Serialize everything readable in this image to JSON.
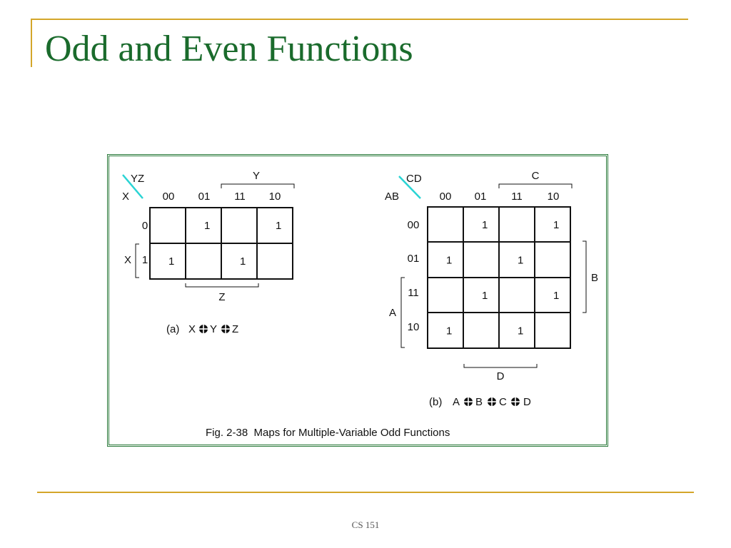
{
  "slide": {
    "title": "Odd and Even Functions",
    "footer": "CS 151",
    "colors": {
      "title": "#1a6b2c",
      "accent": "#d4a62a",
      "frame": "#2a7a3a",
      "diagonal": "#2ad4d4"
    }
  },
  "figure": {
    "caption": "Fig. 2-38  Maps for Multiple-Variable Odd Functions",
    "map_a": {
      "col_var": "YZ",
      "row_var": "X",
      "col_labels": [
        "00",
        "01",
        "11",
        "10"
      ],
      "row_labels": [
        "0",
        "1"
      ],
      "cells": [
        [
          "",
          "1",
          "",
          "1"
        ],
        [
          "1",
          "",
          "1",
          ""
        ]
      ],
      "brackets": {
        "top": "Y",
        "bottom": "Z",
        "left": "X"
      },
      "label_prefix": "(a)",
      "expression": [
        "X",
        "Y",
        "Z"
      ],
      "operator_icon": "circled-plus-icon"
    },
    "map_b": {
      "col_var": "CD",
      "row_var": "AB",
      "col_labels": [
        "00",
        "01",
        "11",
        "10"
      ],
      "row_labels": [
        "00",
        "01",
        "11",
        "10"
      ],
      "cells": [
        [
          "",
          "1",
          "",
          "1"
        ],
        [
          "1",
          "",
          "1",
          ""
        ],
        [
          "",
          "1",
          "",
          "1"
        ],
        [
          "1",
          "",
          "1",
          ""
        ]
      ],
      "brackets": {
        "top": "C",
        "bottom": "D",
        "left": "A",
        "right": "B"
      },
      "label_prefix": "(b)",
      "expression": [
        "A",
        "B",
        "C",
        "D"
      ],
      "operator_icon": "circled-plus-icon"
    }
  }
}
